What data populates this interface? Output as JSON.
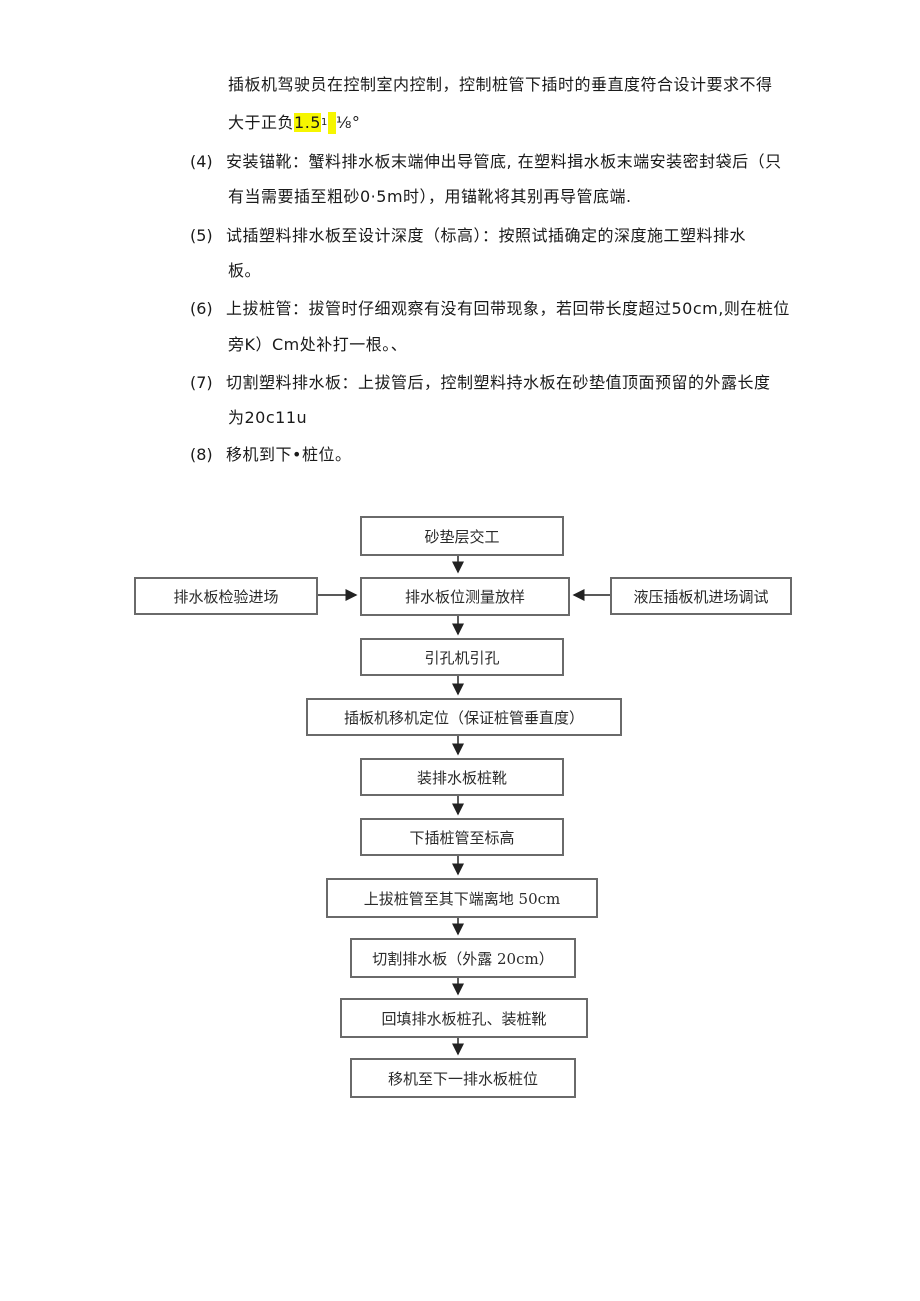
{
  "paragraphs": {
    "p3_line1": "插板机驾驶员在控制室内控制，控制桩管下插时的垂直度符合设计要求不得",
    "p3_line2_pre": "大于正负",
    "p3_line2_hl": "1.5",
    "p3_line2_hl2": "1",
    "p3_line2_post": "⅛°",
    "item4_num": "(4)",
    "item4_line1": "安装锚靴：蟹料排水板末端伸出导管底, 在塑料揖水板末端安装密封袋后（只",
    "item4_line2": "有当需要插至粗砂0·5m时），用锚靴将其别再导管底端.",
    "item5_num": "(5)",
    "item5_line1": "试插塑料排水板至设计深度（标高）：按照试插确定的深度施工塑料排水",
    "item5_line2": "板。",
    "item6_num": "(6)",
    "item6_line1": "上拔桩管：拔管时仔细观察有没有回带现象，若回带长度超过50cm,则在桩位",
    "item6_line2": "旁K）Cm处补打一根。、",
    "item7_num": "(7)",
    "item7_line1": "切割塑料排水板：上拔管后，控制塑料持水板在砂垫值顶面预留的外露长度",
    "item7_line2": "为20c11u",
    "item8_num": "(8)",
    "item8_line1": "移机到下•桩位。"
  },
  "flowchart": {
    "step1": "砂垫层交工",
    "left_input": "排水板检验进场",
    "step2": "排水板位测量放样",
    "right_input": "液压插板机进场调试",
    "step3": "引孔机引孔",
    "step4": "插板机移机定位（保证桩管垂直度）",
    "step5": "装排水板桩靴",
    "step6": "下插桩管至标高",
    "step7": "上拔桩管至其下端离地 50cm",
    "step8": "切割排水板（外露 20cm）",
    "step9": "回填排水板桩孔、装桩靴",
    "step10": "移机至下一排水板桩位"
  }
}
